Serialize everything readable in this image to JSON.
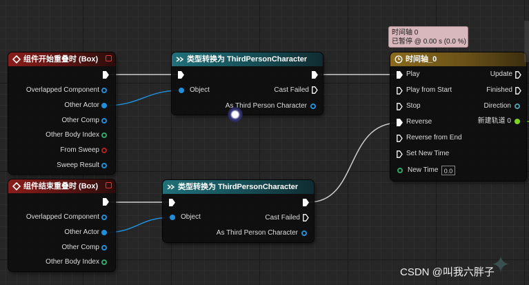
{
  "graph": {
    "overlap_begin": {
      "title": "组件开始重叠时 (Box)",
      "pins": [
        "Overlapped Component",
        "Other Actor",
        "Other Comp",
        "Other Body Index",
        "From Sweep",
        "Sweep Result"
      ]
    },
    "overlap_end": {
      "title": "组件结束重叠时 (Box)",
      "pins": [
        "Overlapped Component",
        "Other Actor",
        "Other Comp",
        "Other Body Index"
      ]
    },
    "cast_1": {
      "title": "类型转换为 ThirdPersonCharacter",
      "object": "Object",
      "cast_failed": "Cast Failed",
      "as_output": "As Third Person Character"
    },
    "cast_2": {
      "title": "类型转换为 ThirdPersonCharacter",
      "object": "Object",
      "cast_failed": "Cast Failed",
      "as_output": "As Third Person Character"
    },
    "timeline": {
      "title": "时间轴_0",
      "inputs": [
        "Play",
        "Play from Start",
        "Stop",
        "Reverse",
        "Reverse from End",
        "Set New Time"
      ],
      "new_time_label": "New Time",
      "new_time_value": "0.0",
      "outputs": [
        "Update",
        "Finished",
        "Direction",
        "新建轨道 0"
      ]
    },
    "timeline_status": {
      "line1": "时间轴 0",
      "line2": "已暂停 @ 0.00 s (0.0 %)"
    }
  },
  "watermark": "CSDN @叫我六胖子",
  "colors": {
    "event_header": "#8a1d1a",
    "cast_header": "#20707a",
    "timeline_header": "#8a6a1e",
    "object_pin": "#1e8fd8",
    "exec_wire": "#d0d0d0"
  }
}
